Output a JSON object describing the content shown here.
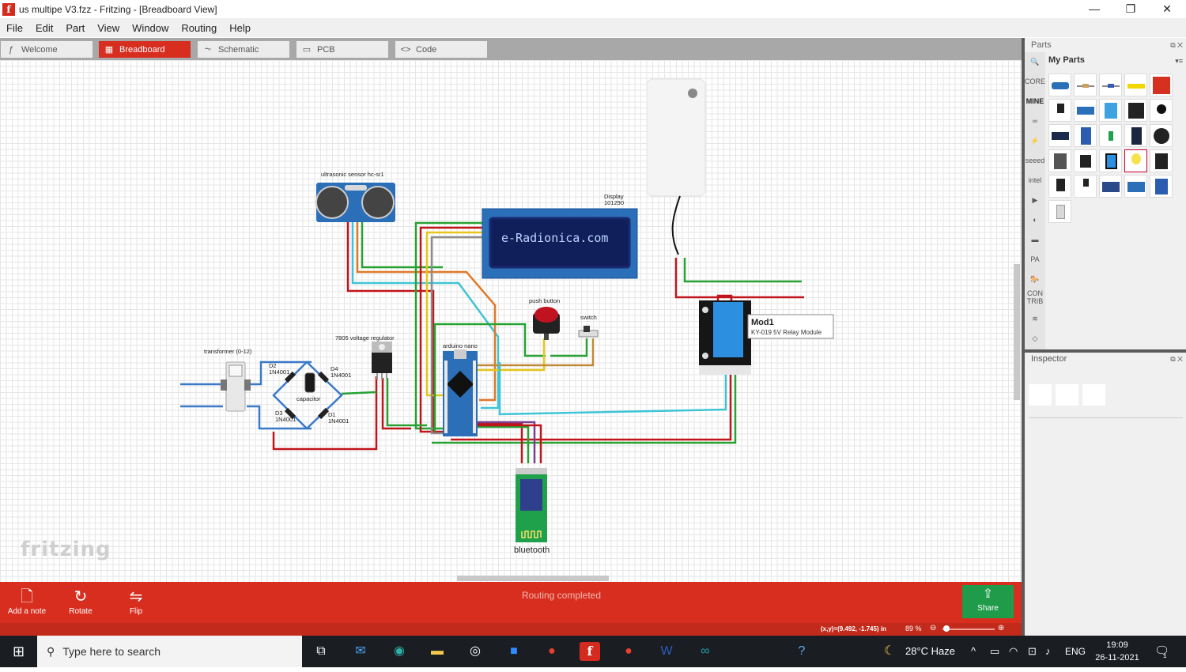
{
  "window": {
    "title": "us multipe V3.fzz - Fritzing - [Breadboard View]",
    "logo_letter": "f",
    "minimize": "—",
    "maximize": "❐",
    "close": "✕"
  },
  "menu": [
    {
      "label": "File"
    },
    {
      "label": "Edit"
    },
    {
      "label": "Part"
    },
    {
      "label": "View"
    },
    {
      "label": "Window"
    },
    {
      "label": "Routing"
    },
    {
      "label": "Help"
    }
  ],
  "tabs": [
    {
      "label": "Welcome",
      "icon": "ƒ"
    },
    {
      "label": "Breadboard",
      "icon": "▦"
    },
    {
      "label": "Schematic",
      "icon": "⏦"
    },
    {
      "label": "PCB",
      "icon": "▭"
    },
    {
      "label": "Code",
      "icon": "<>"
    }
  ],
  "canvas": {
    "watermark": "fritzing",
    "labels": {
      "ultrasonic": "ultrasonic sensor hc-sr1",
      "display_name": "Display",
      "display_id": "101290",
      "lcd_text": "e-Radionica.com",
      "push_button": "push button",
      "switch": "switch",
      "regulator": "7805 voltage regulator",
      "arduino": "arduino nano",
      "transformer": "transformer (0-12)",
      "d2": "D2",
      "d2_part": "1N4001",
      "d4": "D4",
      "d4_part": "1N4001",
      "d3": "D3",
      "d3_part": "1N4001",
      "d1": "D1",
      "d1_part": "1N4001",
      "capacitor": "capacitor",
      "bluetooth": "bluetooth",
      "relay_title": "Mod1",
      "relay_sub": "KY-019 5V Relay Module"
    }
  },
  "bottom_bar": {
    "add_note": "Add a note",
    "rotate": "Rotate",
    "flip": "Flip",
    "status": "Routing completed",
    "share": "Share"
  },
  "status_bar": {
    "coords": "(x,y)=(9.492, -1.745) in",
    "zoom": "89 %"
  },
  "right_panel": {
    "parts_title": "Parts",
    "my_parts": "My Parts",
    "inspector_title": "Inspector",
    "bins": [
      "CORE",
      "MINE",
      "∞",
      "⚡",
      "seeed",
      "intel",
      "▶",
      "◐",
      "▬",
      "PA",
      "🐎",
      "CON TRIB",
      "≋",
      "◇"
    ]
  },
  "taskbar": {
    "search_placeholder": "Type here to search",
    "weather": "28°C  Haze",
    "lang": "ENG",
    "time": "19:09",
    "date": "26-11-2021",
    "notif_count": "1"
  },
  "colors": {
    "fritzing_red": "#d72e1f",
    "wire_red": "#c0141a",
    "wire_green": "#27a232",
    "wire_orange": "#e0782a",
    "wire_yellow": "#e5c619",
    "wire_cyan": "#3ec4d6",
    "wire_gray": "#8c8c8c",
    "pcb_blue": "#2a6fb8"
  }
}
